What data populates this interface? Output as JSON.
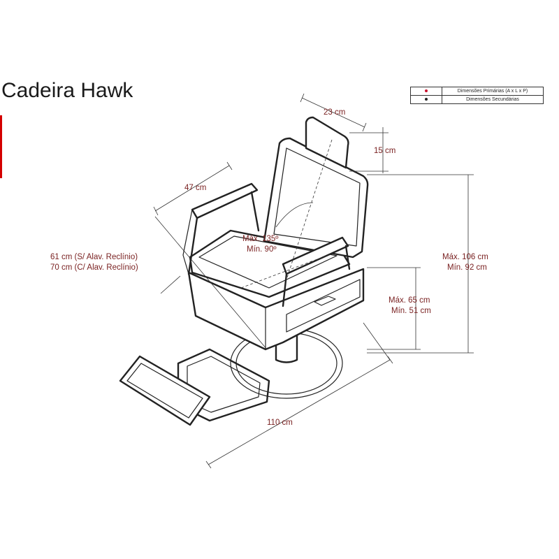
{
  "title": "Cadeira Hawk",
  "legend": [
    {
      "dot_color": "#c8102e",
      "label": "Dimensões Primárias (A x L x P)"
    },
    {
      "dot_color": "#222222",
      "label": "Dimensões Secundárias"
    }
  ],
  "dimensions": {
    "headrest_width": "23 cm",
    "headrest_height": "15 cm",
    "armrest_spacing": "47 cm",
    "recline_max": "Máx. 135º",
    "recline_min": "Mín. 90º",
    "depth_without_lever": "61 cm (S/ Alav. Reclínio)",
    "depth_with_lever": "70 cm (C/ Alav. Reclínio)",
    "total_height_max": "Máx. 106 cm",
    "total_height_min": "Mín. 92 cm",
    "seat_height_max": "Máx. 65 cm",
    "seat_height_min": "Mín. 51 cm",
    "total_length": "110 cm"
  }
}
